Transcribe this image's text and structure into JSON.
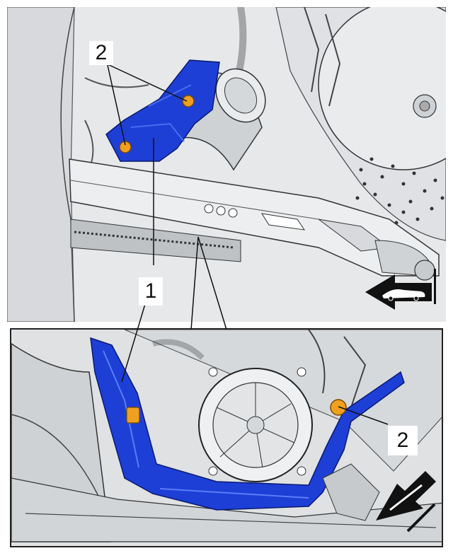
{
  "callouts": {
    "top_label_2": "2",
    "top_label_1": "1",
    "bottom_label_2": "2"
  },
  "colors": {
    "bracket_blue": "#1d3fd6",
    "nut_orange": "#f0a020",
    "background_grey": "#e4e6e8",
    "line_black": "#111111"
  },
  "icons": {
    "direction_top": "car-arrow-left-icon",
    "direction_bottom": "car-arrow-down-left-icon"
  }
}
